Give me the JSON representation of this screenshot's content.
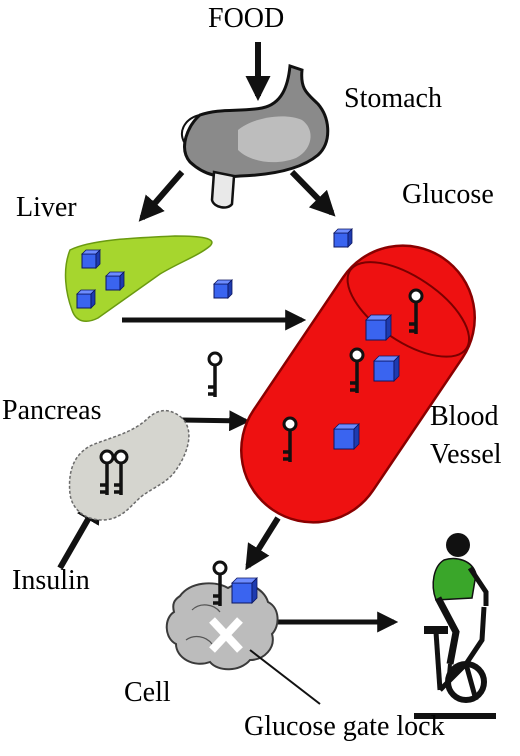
{
  "labels": {
    "food": "FOOD",
    "stomach": "Stomach",
    "liver": "Liver",
    "glucose": "Glucose",
    "pancreas": "Pancreas",
    "blood": "Blood",
    "vessel": "Vessel",
    "insulin": "Insulin",
    "cell": "Cell",
    "gate_lock": "Glucose gate lock"
  },
  "colors": {
    "vessel": "#ee1111",
    "vessel_dark": "#a00000",
    "liver": "#9cd22a",
    "glucose_cube": "#2b54e8",
    "pancreas": "#d5d5cf",
    "cell": "#bdbdbd",
    "shirt": "#3aa62a",
    "ink": "#111111"
  }
}
